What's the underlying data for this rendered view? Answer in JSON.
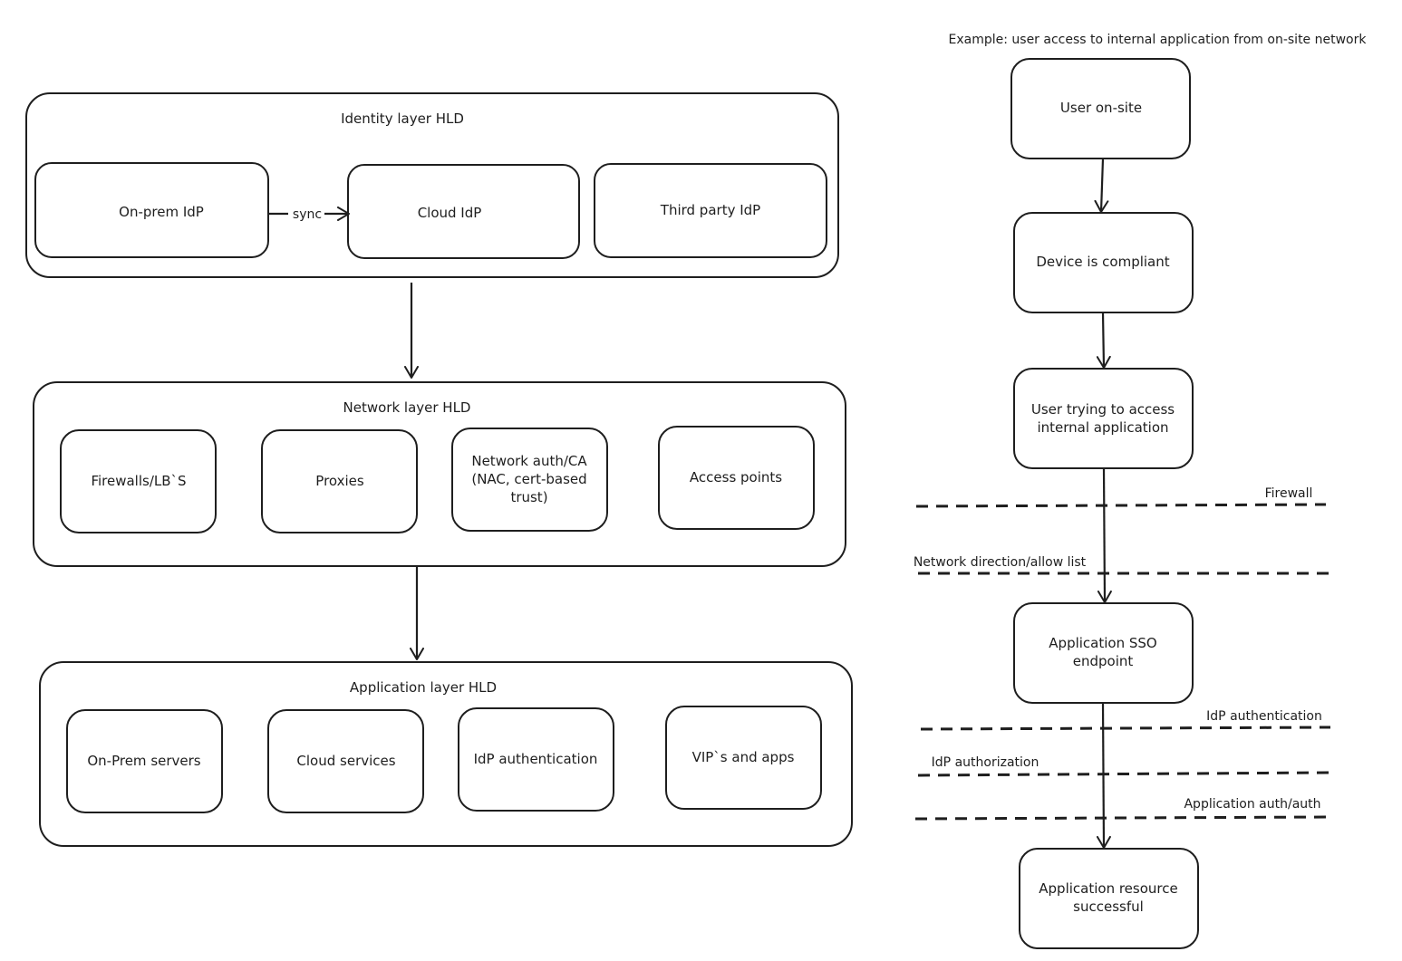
{
  "colors": {
    "stroke": "#1e1e1e",
    "background": "#ffffff"
  },
  "identity_layer": {
    "title": "Identity layer HLD",
    "onprem_idp": "On-prem IdP",
    "sync_label": "sync",
    "cloud_idp": "Cloud IdP",
    "third_party_idp": "Third party IdP"
  },
  "network_layer": {
    "title": "Network layer HLD",
    "firewalls": "Firewalls/LB`S",
    "proxies": "Proxies",
    "network_auth_line1": "Network auth/CA",
    "network_auth_line2": "(NAC, cert-based",
    "network_auth_line3": "trust)",
    "access_points": "Access points"
  },
  "application_layer": {
    "title": "Application layer HLD",
    "onprem_servers": "On-Prem servers",
    "cloud_services": "Cloud services",
    "idp_authentication": "IdP authentication",
    "vips_and_apps": "VIP`s and apps"
  },
  "flow": {
    "title": "Example: user access to internal application from on-site network",
    "user_onsite": "User on-site",
    "device_compliant": "Device is compliant",
    "user_trying_line1": "User trying to access",
    "user_trying_line2": "internal application",
    "app_sso_line1": "Application SSO",
    "app_sso_line2": "endpoint",
    "app_resource_line1": "Application resource",
    "app_resource_line2": "successful",
    "boundaries": {
      "firewall": "Firewall",
      "network_direction": "Network direction/allow list",
      "idp_authentication": "IdP authentication",
      "idp_authorization": "IdP authorization",
      "application_auth": "Application auth/auth"
    }
  }
}
